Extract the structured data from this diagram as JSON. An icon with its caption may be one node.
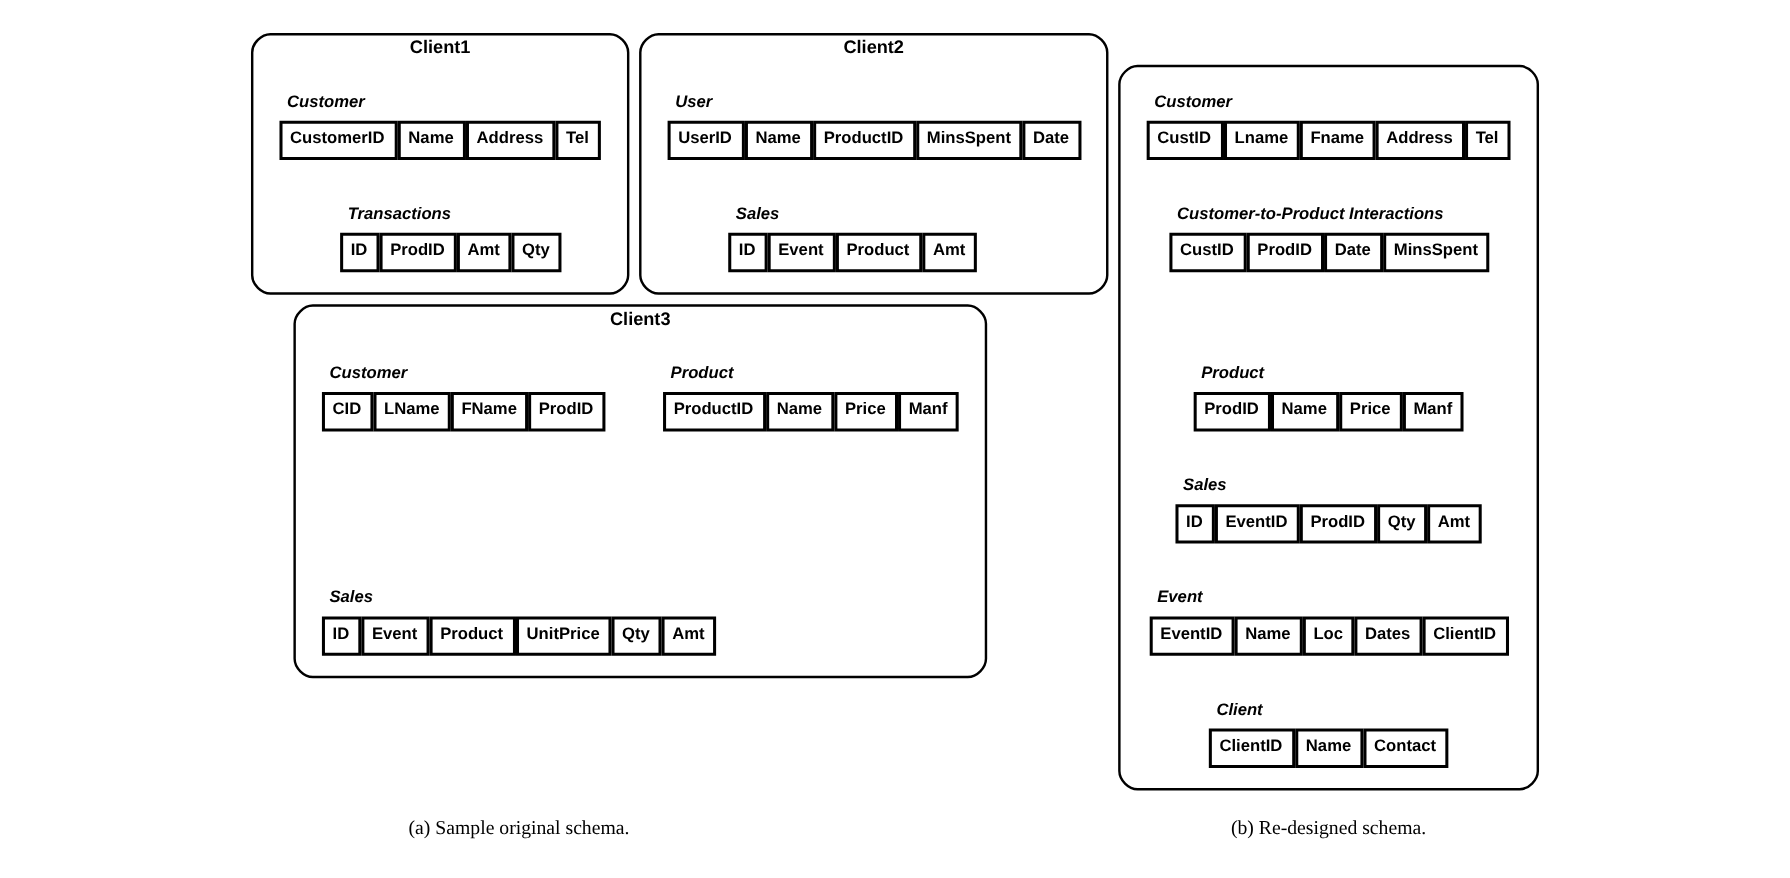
{
  "diagram": {
    "nodes": [
      {
        "text": [
          "Client1"
        ]
      },
      {
        "text": [
          "Customer",
          "CustomerID",
          "Name",
          "Address",
          "Tel"
        ],
        "in": 0
      },
      {
        "text": [
          "Transactions",
          "ID",
          "ProdID",
          "Amt",
          "Qty"
        ],
        "in": 0
      },
      {
        "text": [
          "Client2"
        ]
      },
      {
        "text": [
          "User",
          "UserID",
          "Name",
          "ProductID",
          "MinsSpent",
          "Date"
        ],
        "in": 3
      },
      {
        "text": [
          "Sales",
          "ID",
          "Event",
          "Product",
          "Amt"
        ],
        "in": 3
      },
      {
        "text": [
          "Client3"
        ]
      },
      {
        "text": [
          "Customer",
          "CID",
          "LName",
          "FName",
          "ProdID"
        ],
        "in": 6
      },
      {
        "text": [
          "Product",
          "ProductID",
          "Name",
          "Price",
          "Manf"
        ],
        "in": 6
      },
      {
        "text": [
          "Sales",
          "ID",
          "Event",
          "Product",
          "UnitPrice",
          "Qty",
          "Amt"
        ],
        "in": 6
      },
      {
        "text": [],
        "shape": "box"
      },
      {
        "text": [
          "Customer",
          "CustID",
          "Lname",
          "Fname",
          "Address",
          "Tel"
        ],
        "in": 10
      },
      {
        "text": [
          "Customer-to-Product Interactions",
          "CustID",
          "ProdID",
          "Date",
          "MinsSpent"
        ],
        "in": 10
      },
      {
        "text": [
          "Product",
          "ProdID",
          "Name",
          "Price",
          "Manf"
        ],
        "in": 10
      },
      {
        "text": [
          "Sales",
          "ID",
          "EventID",
          "ProdID",
          "Qty",
          "Amt"
        ],
        "in": 10
      },
      {
        "text": [
          "Event",
          "EventID",
          "Name",
          "Loc",
          "Dates",
          "ClientID"
        ],
        "in": 10
      },
      {
        "text": [
          "Client",
          "ClientID",
          "Name",
          "Contact"
        ],
        "in": 10
      }
    ],
    "edges": [],
    "labels": [
      "(a) Sample original schema.",
      "(b) Re-designed schema."
    ]
  }
}
